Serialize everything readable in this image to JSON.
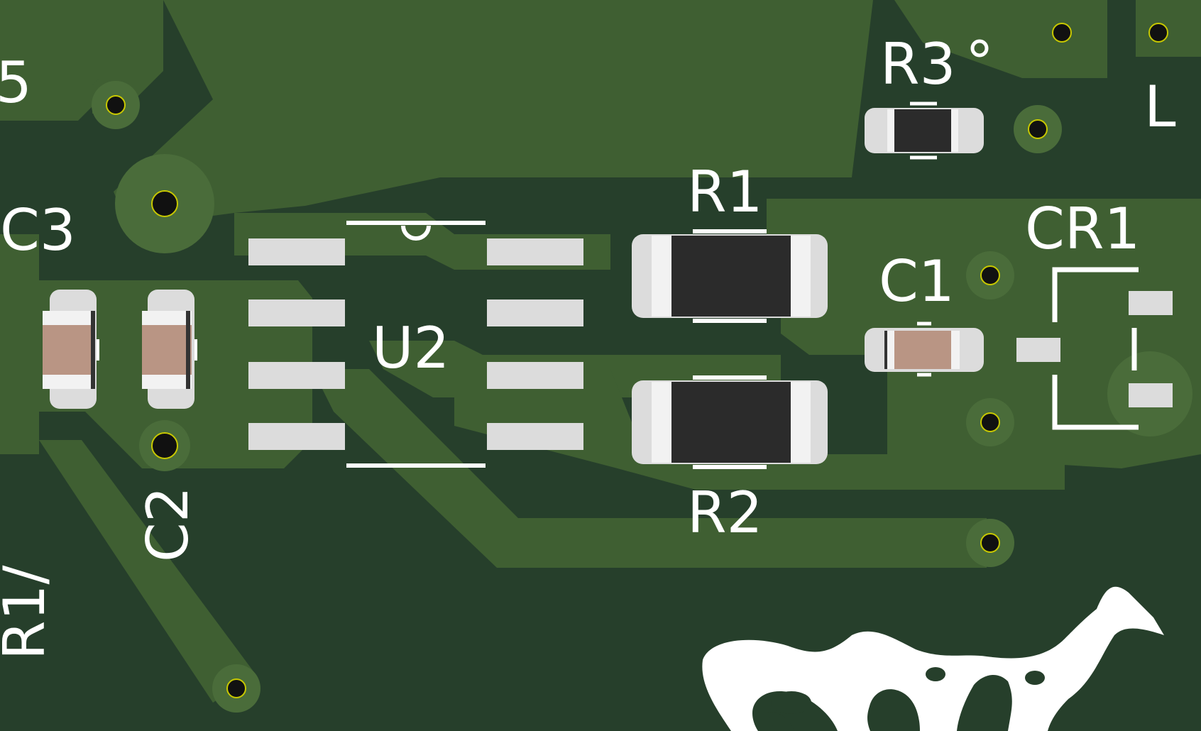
{
  "board": {
    "colors": {
      "substrate": "#263f2b",
      "copper": "#3f5f32",
      "copper_edge": "#4a6c3a",
      "silkscreen": "#ffffff",
      "pad": "#dcdcdc",
      "resistor_body": "#2b2b2b",
      "capacitor_body": "#b99584",
      "via_drill": "#111111",
      "via_ring": "#c8c800"
    },
    "labels": {
      "c3": "C3",
      "c2": "C2",
      "u2": "U2",
      "r1": "R1",
      "r2": "R2",
      "r3": "R3",
      "c1": "C1",
      "cr1": "CR1",
      "partial_left_top": "5",
      "partial_left_bottom": "R1/",
      "partial_right_top": "L"
    },
    "logo": "silkscreen-logo"
  }
}
